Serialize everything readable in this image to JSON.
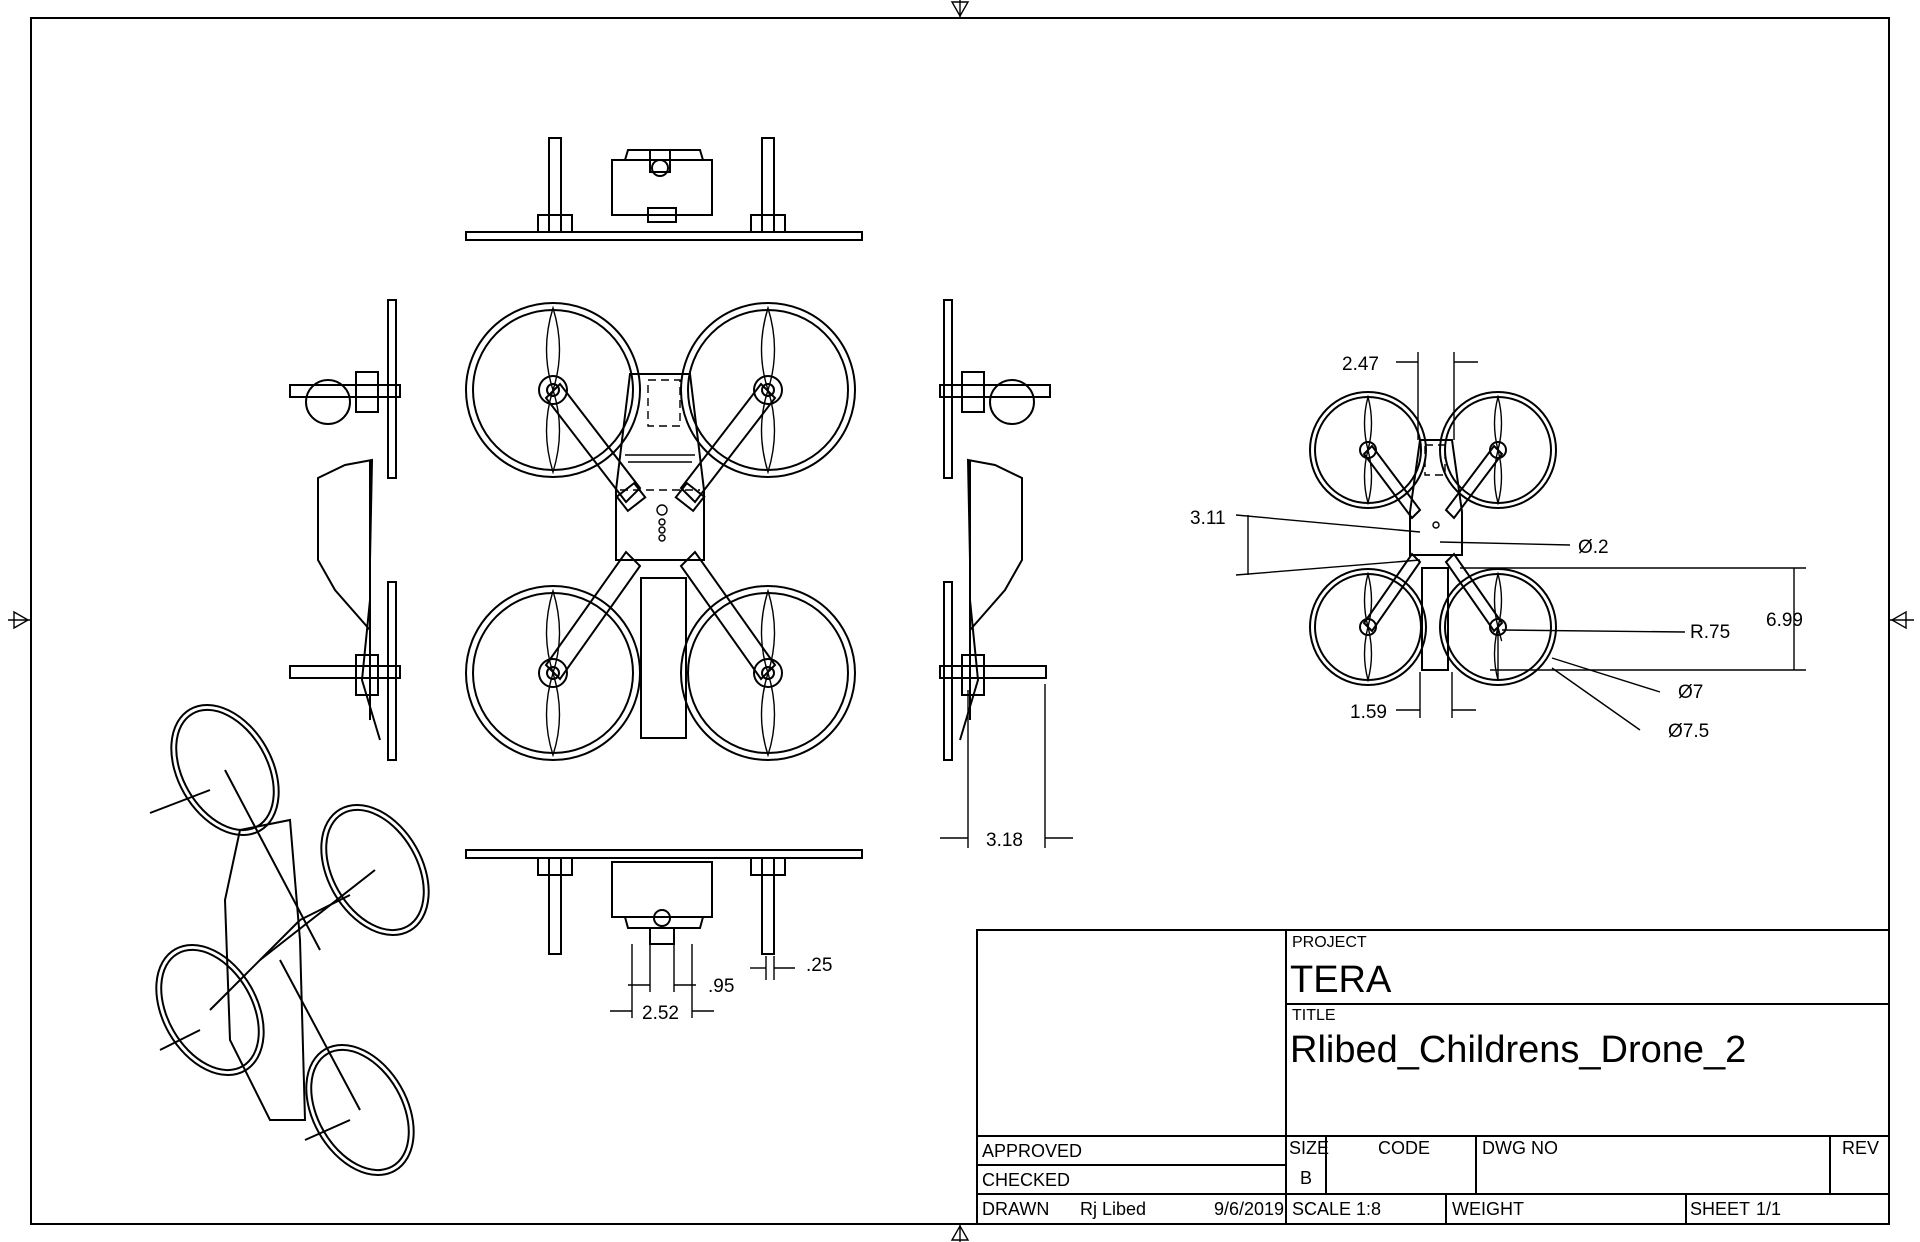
{
  "dimensions": {
    "front_view": {
      "gap": ".25",
      "inner": ".95",
      "width": "2.52"
    },
    "side_view": {
      "offset": "3.18"
    },
    "detail_view": {
      "top_width": "2.47",
      "angle_offset": "3.11",
      "hole": "Ø.2",
      "radius": "R.75",
      "height": "6.99",
      "diameter_inner": "Ø7",
      "diameter_outer": "Ø7.5",
      "bottom_width": "1.59"
    }
  },
  "title_block": {
    "project_label": "PROJECT",
    "project": "TERA",
    "title_label": "TITLE",
    "title": "Rlibed_Childrens_Drone_2",
    "approved_label": "APPROVED",
    "checked_label": "CHECKED",
    "drawn_label": "DRAWN",
    "drawn_by": "Rj Libed",
    "drawn_date": "9/6/2019",
    "size_label": "SIZE",
    "size": "B",
    "code_label": "CODE",
    "dwg_no_label": "DWG NO",
    "rev_label": "REV",
    "scale_label": "SCALE",
    "scale": "1:8",
    "weight_label": "WEIGHT",
    "sheet_label": "SHEET",
    "sheet": "1/1"
  }
}
